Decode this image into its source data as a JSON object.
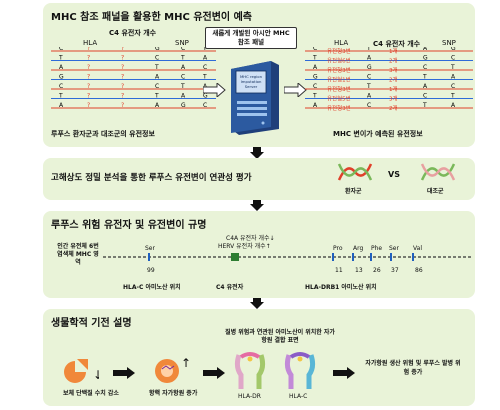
{
  "panel1": {
    "title": "MHC 참조 패널을 활용한 MHC 유전변이 예측",
    "left_headers": {
      "hla": "HLA",
      "c4": "C4 유전자 개수",
      "snp": "SNP"
    },
    "left_caption": "루푸스 환자군과 대조군의 유전정보",
    "center_box": "새롭게 개발된 아시안 MHC 참조 패널",
    "server_label": "MHC region Imputation Server",
    "right_headers": {
      "hla": "HLA",
      "c4": "C4 유전자 개수",
      "snp": "SNP"
    },
    "right_caption": "MHC 변이가 예측된 유전정보",
    "right_hla": [
      "유전형3번",
      "유전형6번",
      "유전형3번",
      "유전형1번",
      "유전형3번",
      "유전형5번",
      "유전형3번"
    ],
    "right_c4": [
      "1개",
      "2개",
      "3개",
      "2개",
      "1개",
      "3개",
      "2개"
    ]
  },
  "panel2": {
    "title": "고해상도 정밀 분석을 통한 루푸스 유전변이 연관성 평가",
    "patient": "환자군",
    "vs": "VS",
    "control": "대조군"
  },
  "panel3": {
    "title": "루푸스 위험 유전자 및 유전변이 규명",
    "left_label": "인간 유전체 6번 염색체 MHC 영역",
    "c4_note_1": "C4A 유전자 개수↓",
    "c4_note_2": "HERV 유전자 개수↑",
    "hla_c_aa": "Ser",
    "hla_c_pos": "99",
    "drb1_aa": [
      "Pro",
      "Arg",
      "Phe",
      "Ser",
      "Val"
    ],
    "drb1_pos": [
      "11",
      "13",
      "26",
      "37",
      "86"
    ],
    "label_hla_c": "HLA-C 아미노산 위치",
    "label_c4": "C4 유전자",
    "label_drb1": "HLA-DRB1 아미노산 위치"
  },
  "panel4": {
    "title": "생물학적 기전 설명",
    "step1": "보체 단백질 수치 감소",
    "step2": "항핵 자가항원 증가",
    "step3": "질병 위험과 연관된 아미노산이 위치한 자가항원 결합 표면",
    "hla_dr": "HLA-DR",
    "hla_c": "HLA-C",
    "step4": "자가항원 생산 위험 및 루푸스 발병 위험 증가"
  },
  "colors": {
    "panel_bg": "#e9f3d8",
    "red": "#e0402a",
    "blue": "#2f6bd8",
    "green": "#2e7d32",
    "orange": "#f0883a"
  }
}
